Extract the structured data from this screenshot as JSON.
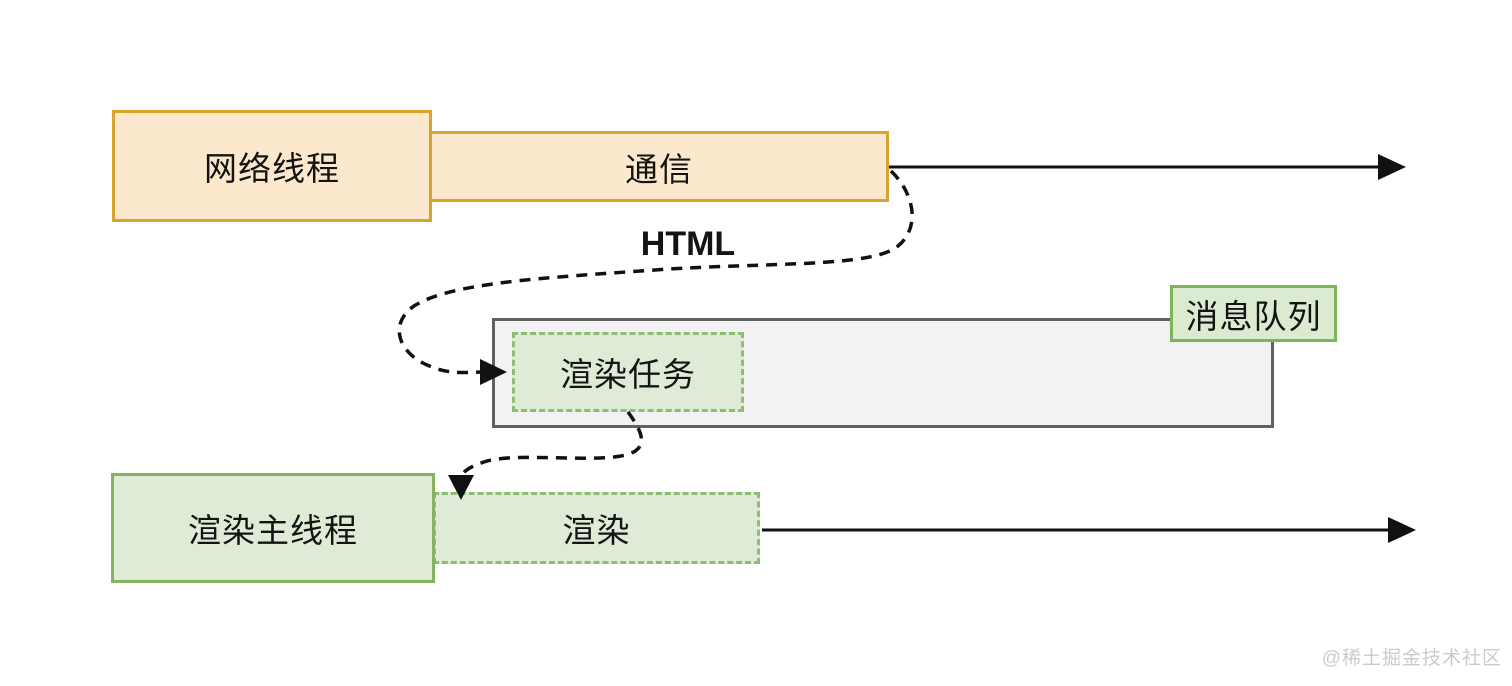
{
  "nodes": {
    "network_thread": "网络线程",
    "communication": "通信",
    "html": "HTML",
    "message_queue": "消息队列",
    "render_task": "渲染任务",
    "render_main_thread": "渲染主线程",
    "render": "渲染"
  },
  "watermark": "@稀土掘金技术社区",
  "colors": {
    "orange-border": "#D9A42F",
    "orange-fill": "#FBE8CD",
    "green-border": "#86B261",
    "green-fill": "#DEEBD6",
    "green-dash": "#8FBC75",
    "gray-border": "#616161",
    "gray-fill": "#F2F2F2",
    "label-green-border": "#7CB55C",
    "label-green-fill": "#DAEBD2",
    "ink": "#141414",
    "watermark": "#CBCBCB"
  }
}
